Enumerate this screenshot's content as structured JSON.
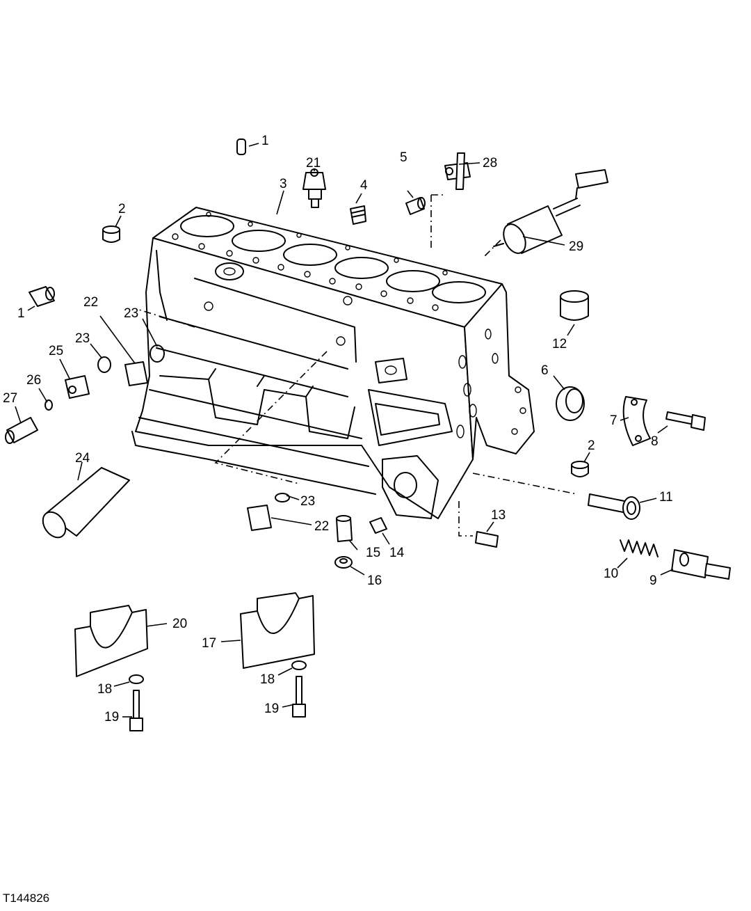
{
  "figure_id": "T144826",
  "callouts": [
    {
      "id": "c1a",
      "label": "1"
    },
    {
      "id": "c1b",
      "label": "1"
    },
    {
      "id": "c2a",
      "label": "2"
    },
    {
      "id": "c2b",
      "label": "2"
    },
    {
      "id": "c3",
      "label": "3"
    },
    {
      "id": "c4",
      "label": "4"
    },
    {
      "id": "c5",
      "label": "5"
    },
    {
      "id": "c6",
      "label": "6"
    },
    {
      "id": "c7",
      "label": "7"
    },
    {
      "id": "c8",
      "label": "8"
    },
    {
      "id": "c9",
      "label": "9"
    },
    {
      "id": "c10",
      "label": "10"
    },
    {
      "id": "c11",
      "label": "11"
    },
    {
      "id": "c12",
      "label": "12"
    },
    {
      "id": "c13",
      "label": "13"
    },
    {
      "id": "c14",
      "label": "14"
    },
    {
      "id": "c15",
      "label": "15"
    },
    {
      "id": "c16",
      "label": "16"
    },
    {
      "id": "c17",
      "label": "17"
    },
    {
      "id": "c18a",
      "label": "18"
    },
    {
      "id": "c18b",
      "label": "18"
    },
    {
      "id": "c19a",
      "label": "19"
    },
    {
      "id": "c19b",
      "label": "19"
    },
    {
      "id": "c20",
      "label": "20"
    },
    {
      "id": "c21",
      "label": "21"
    },
    {
      "id": "c22a",
      "label": "22"
    },
    {
      "id": "c22b",
      "label": "22"
    },
    {
      "id": "c23a",
      "label": "23"
    },
    {
      "id": "c23b",
      "label": "23"
    },
    {
      "id": "c23c",
      "label": "23"
    },
    {
      "id": "c24",
      "label": "24"
    },
    {
      "id": "c25",
      "label": "25"
    },
    {
      "id": "c26",
      "label": "26"
    },
    {
      "id": "c27",
      "label": "27"
    },
    {
      "id": "c28",
      "label": "28"
    },
    {
      "id": "c29",
      "label": "29"
    }
  ]
}
